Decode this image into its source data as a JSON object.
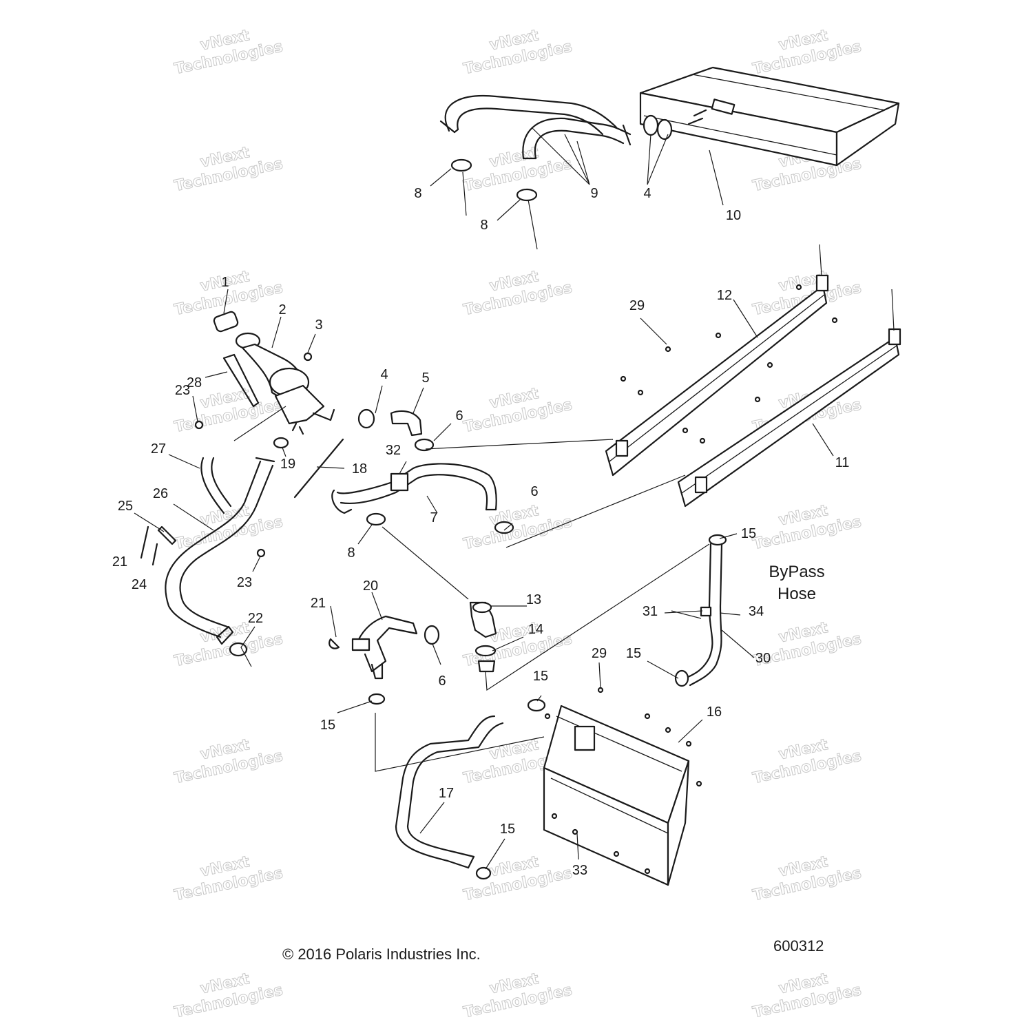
{
  "callouts": [
    "1",
    "2",
    "3",
    "4",
    "5",
    "6",
    "7",
    "8",
    "9",
    "10",
    "11",
    "12",
    "13",
    "14",
    "15",
    "16",
    "17",
    "18",
    "19",
    "20",
    "21",
    "22",
    "23",
    "24",
    "25",
    "26",
    "27",
    "28",
    "29",
    "30",
    "31",
    "32",
    "33",
    "34"
  ],
  "note": {
    "line1": "ByPass",
    "line2": "Hose"
  },
  "footer": {
    "copyright": "© 2016 Polaris Industries Inc.",
    "diagram_number": "600312"
  },
  "watermark": {
    "line1": "vNext",
    "line2": "Technologies"
  },
  "colors": {
    "ink": "#1a1a1a",
    "watermark": "#c8c8c8",
    "background": "#ffffff"
  }
}
